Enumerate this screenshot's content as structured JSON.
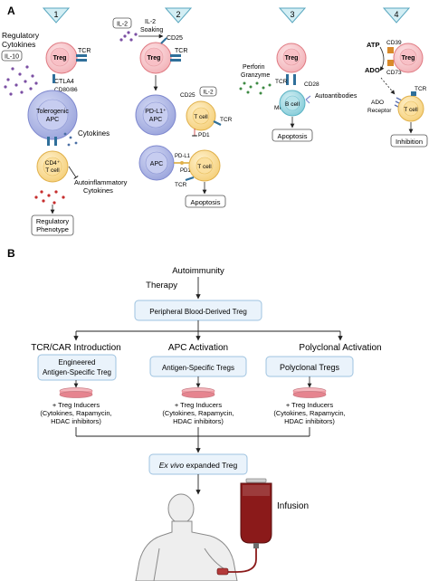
{
  "panel_a": {
    "letter": "A",
    "mechanisms": [
      {
        "num": "1"
      },
      {
        "num": "2"
      },
      {
        "num": "3"
      },
      {
        "num": "4"
      }
    ],
    "m1": {
      "treg": "Treg",
      "tcr": "TCR",
      "reg_cytokines_1": "Regulatory",
      "reg_cytokines_2": "Cytokines",
      "il10": "IL-10",
      "ctla4": "CTLA4",
      "cd80": "CD80/86",
      "apc_1": "Tolerogenic",
      "apc_2": "APC",
      "cytokines": "Cytokines",
      "cd4_1": "CD4⁺",
      "cd4_2": "T cell",
      "autoinf_1": "Autoinflammatory",
      "autoinf_2": "Cytokines",
      "pheno_1": "Regulatory",
      "pheno_2": "Phenotype"
    },
    "m2": {
      "il2_box": "IL-2",
      "soak_1": "IL-2",
      "soak_2": "Soaking",
      "cd25_top": "CD25",
      "treg": "Treg",
      "tcr_top": "TCR",
      "pdl1_apc_1": "PD-L1⁺",
      "pdl1_apc_2": "APC",
      "cd25_mid": "CD25",
      "il2_mid": "IL-2",
      "tcell_mid": "T cell",
      "tcr_mid": "TCR",
      "pd1_mid": "PD1",
      "apc": "APC",
      "pdl1": "PD-L1",
      "pd1": "PD1",
      "tcell_bot": "T cell",
      "tcr_bot": "TCR",
      "apoptosis": "Apoptosis"
    },
    "m3": {
      "treg": "Treg",
      "perforin_1": "Perforin",
      "perforin_2": "Granzyme",
      "tcr": "TCR",
      "mhc": "MHC",
      "cd28": "CD28",
      "bcell": "B cell",
      "autoantibodies": "Autoantibodies",
      "apoptosis": "Apoptosis"
    },
    "m4": {
      "atp": "ATP",
      "ado": "ADO",
      "cd39": "CD39",
      "cd73": "CD73",
      "treg": "Treg",
      "ado_rec_1": "ADO",
      "ado_rec_2": "Receptor",
      "tcr": "TCR",
      "tcell": "T cell",
      "inhibition": "Inhibition"
    }
  },
  "panel_b": {
    "letter": "B",
    "autoimmunity": "Autoimmunity",
    "therapy": "Therapy",
    "peripheral": "Peripheral Blood-Derived Treg",
    "branches": [
      {
        "title": "TCR/CAR Introduction",
        "box_1": "Engineered",
        "box_2": "Antigen-Specific Treg"
      },
      {
        "title": "APC Activation",
        "box_1": "Antigen-Specific Tregs",
        "box_2": ""
      },
      {
        "title": "Polyclonal Activation",
        "box_1": "Polyclonal Tregs",
        "box_2": ""
      }
    ],
    "inducers_1": "+ Treg Inducers",
    "inducers_2": "(Cytokines, Rapamycin,",
    "inducers_3": "HDAC inhibitors)",
    "ex_vivo_em": "Ex vivo",
    "ex_vivo_rest": "expanded Treg",
    "infusion": "Infusion"
  },
  "colors": {
    "treg_fill": "#f6c9cc",
    "treg_stroke": "#e07a82",
    "apc_fill": "#b5bde8",
    "apc_stroke": "#7f89cf",
    "tcell_fill": "#fbe3a8",
    "tcell_stroke": "#e0b04a",
    "bcell_fill": "#a9dde6",
    "bcell_stroke": "#5ab3c4",
    "tri_fill": "#d3eef4",
    "tri_stroke": "#5aa7bf",
    "box_fill": "#eaf3fb",
    "box_stroke": "#9fc3e0",
    "blood": "#8b1a1a"
  }
}
